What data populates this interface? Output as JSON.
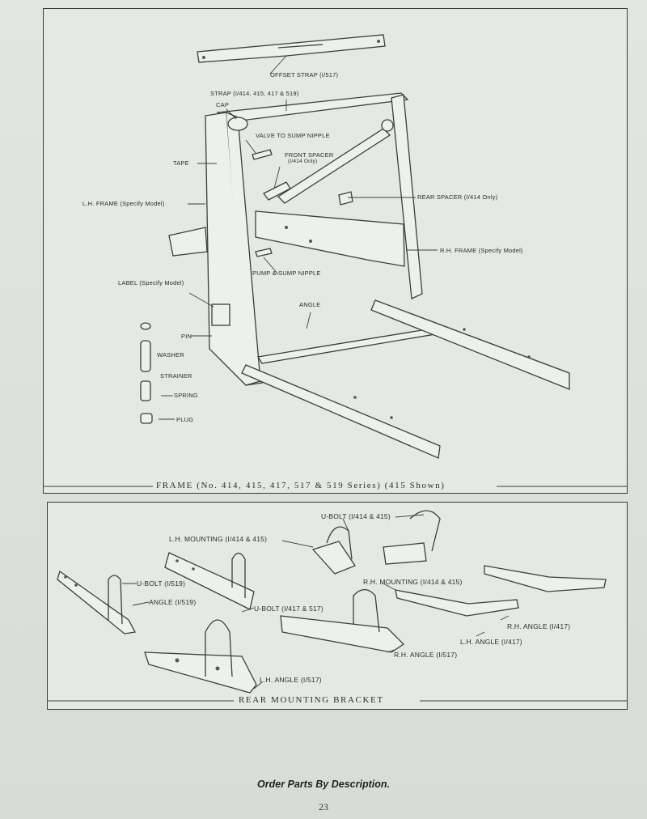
{
  "frame_section": {
    "caption": "FRAME (No. 414, 415, 417, 517 & 519 Series) (415 Shown)",
    "labels": {
      "offset_strap": "OFFSET STRAP (I/517)",
      "strap": "STRAP (I/414, 415, 417 & 519)",
      "cap": "CAP",
      "valve_to_sump_nipple": "VALVE TO SUMP NIPPLE",
      "front_spacer": "FRONT SPACER",
      "front_spacer_note": "(I/414 Only)",
      "tape": "TAPE",
      "lh_frame": "L.H. FRAME (Specify Model)",
      "rear_spacer": "REAR SPACER (I/414 Only)",
      "rh_frame": "R.H. FRAME (Specify Model)",
      "pump_sump_nipple": "PUMP & SUMP NIPPLE",
      "label": "LABEL (Specify Model)",
      "angle": "ANGLE",
      "pin": "PIN",
      "washer": "WASHER",
      "strainer": "STRAINER",
      "spring": "SPRING",
      "plug": "PLUG"
    }
  },
  "bracket_section": {
    "caption": "REAR MOUNTING BRACKET",
    "labels": {
      "lh_mounting": "L.H. MOUNTING (I/414 & 415)",
      "ubolt_414": "U-BOLT (I/414 & 415)",
      "ubolt_519": "U-BOLT (I/519)",
      "angle_519": "ANGLE (I/519)",
      "ubolt_417": "U-BOLT (I/417 & 517)",
      "rh_mounting": "R.H. MOUNTING (I/414 & 415)",
      "rh_angle_417": "R.H. ANGLE (I/417)",
      "lh_angle_417": "L.H. ANGLE (I/417)",
      "rh_angle_517": "R.H. ANGLE (I/517)",
      "lh_angle_517": "L.H. ANGLE (I/517)"
    }
  },
  "footer": {
    "order_text": "Order Parts By Description.",
    "page_number": "23"
  }
}
